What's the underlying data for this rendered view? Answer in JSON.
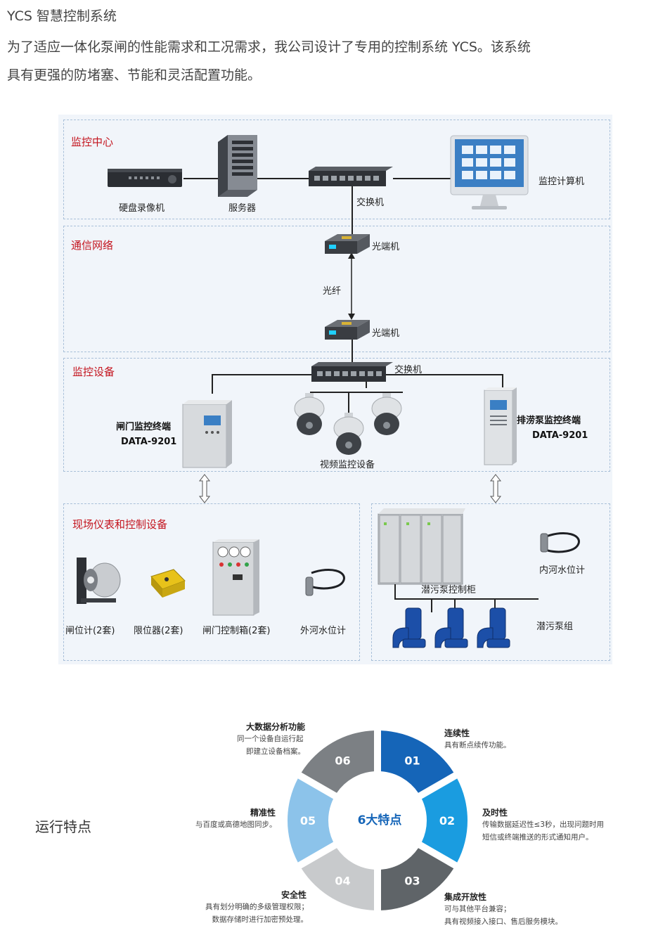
{
  "header": {
    "title": "YCS 智慧控制系统",
    "desc_line1": "为了适应一体化泵闸的性能需求和工况需求，我公司设计了专用的控制系统 YCS。该系统",
    "desc_line2": "具有更强的防堵塞、节能和灵活配置功能。"
  },
  "diagram": {
    "zones": {
      "monitor_center": "监控中心",
      "network": "通信网络",
      "monitor_devices": "监控设备",
      "field": "现场仪表和控制设备"
    },
    "labels": {
      "dvr": "硬盘录像机",
      "server": "服务器",
      "switch1": "交换机",
      "pc": "监控计算机",
      "optical1": "光端机",
      "fiber": "光纤",
      "optical2": "光端机",
      "switch2": "交换机",
      "gate_terminal": "闸门监控终端",
      "gate_terminal_model": "DATA-9201",
      "video": "视频监控设备",
      "pump_terminal": "排涝泵监控终端",
      "pump_terminal_model": "DATA-9201",
      "gate_meter": "闸位计(2套)",
      "limiter": "限位器(2套)",
      "gate_box": "闸门控制箱(2套)",
      "outer_level": "外河水位计",
      "pump_cabinet": "潜污泵控制柜",
      "inner_level": "内河水位计",
      "pump_group": "潜污泵组"
    }
  },
  "features": {
    "section_title": "运行特点",
    "center": "6大特点",
    "colors": {
      "01": "#1565b8",
      "02": "#1a9ce0",
      "03": "#5f6468",
      "04": "#c8cacc",
      "05": "#8cc3ea",
      "06": "#7c8084"
    },
    "items": [
      {
        "num": "01",
        "title": "连续性",
        "desc1": "具有断点续传功能。",
        "desc2": ""
      },
      {
        "num": "02",
        "title": "及时性",
        "desc1": "传输数据延迟性≤3秒，出现问题时用",
        "desc2": "短信或终端推送的形式通知用户。"
      },
      {
        "num": "03",
        "title": "集成开放性",
        "desc1": "可与其他平台兼容；",
        "desc2": "具有视频接入接口、售后服务模块。"
      },
      {
        "num": "04",
        "title": "安全性",
        "desc1": "具有划分明确的多级管理权限；",
        "desc2": "数据存储时进行加密预处理。"
      },
      {
        "num": "05",
        "title": "精准性",
        "desc1": "与百度或高德地图同步。",
        "desc2": ""
      },
      {
        "num": "06",
        "title": "大数据分析功能",
        "desc1": "同一个设备自运行起",
        "desc2": "即建立设备档案。"
      }
    ]
  }
}
